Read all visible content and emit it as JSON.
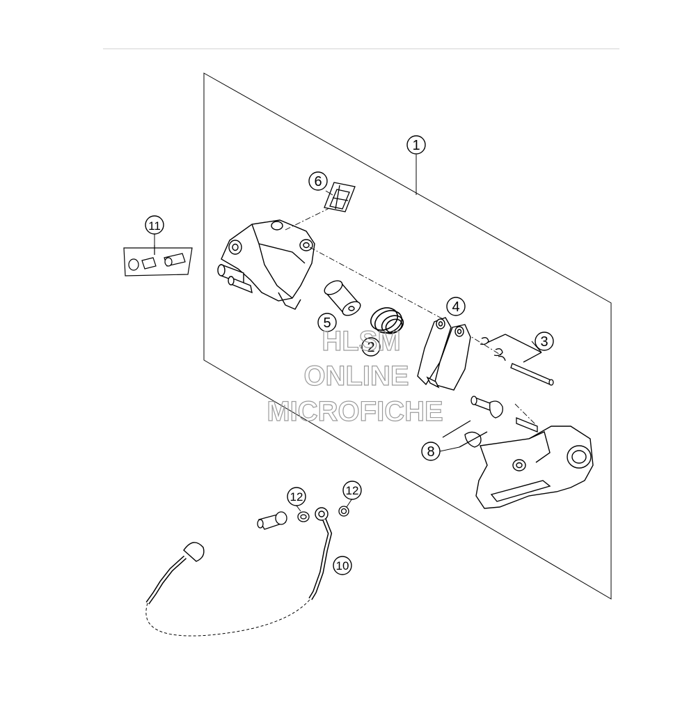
{
  "callouts": {
    "c1": "1",
    "c2": "2",
    "c3": "3",
    "c4": "4",
    "c5": "5",
    "c6": "6",
    "c8": "8",
    "c10": "10",
    "c11": "11",
    "c12a": "12",
    "c12b": "12"
  },
  "watermark": {
    "line1": "HLSM",
    "line2": "ONLINE",
    "line3": "MICROFICHE"
  },
  "colors": {
    "line": "#000000",
    "watermark": "#9a9a9a",
    "background": "#ffffff"
  }
}
